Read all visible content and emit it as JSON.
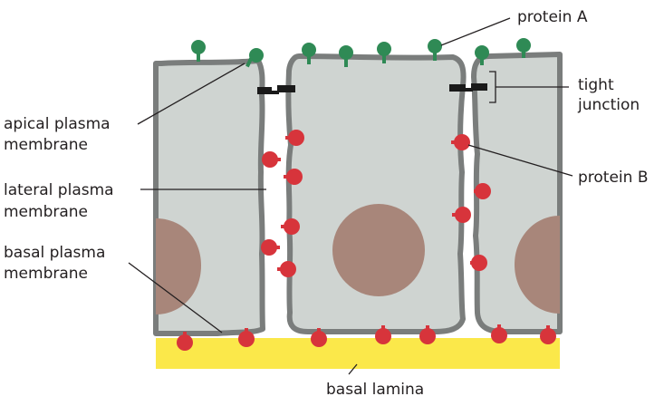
{
  "labels": {
    "protein_a": "protein A",
    "tight_junction": [
      "tight",
      "junction"
    ],
    "protein_b": "protein B",
    "apical_membrane": [
      "apical plasma",
      "membrane"
    ],
    "lateral_membrane": [
      "lateral plasma",
      "membrane"
    ],
    "basal_membrane": [
      "basal plasma",
      "membrane"
    ],
    "basal_lamina": "basal lamina"
  },
  "colors": {
    "cell_fill": "#cfd4d1",
    "membrane": "#7a7d7c",
    "nucleus": "#a8867a",
    "protein_a": "#2f8a55",
    "protein_b": "#d7343b",
    "basal_lamina": "#fbe84a",
    "tight_junction": "#1a1a1a",
    "leader_line": "#231f20"
  }
}
